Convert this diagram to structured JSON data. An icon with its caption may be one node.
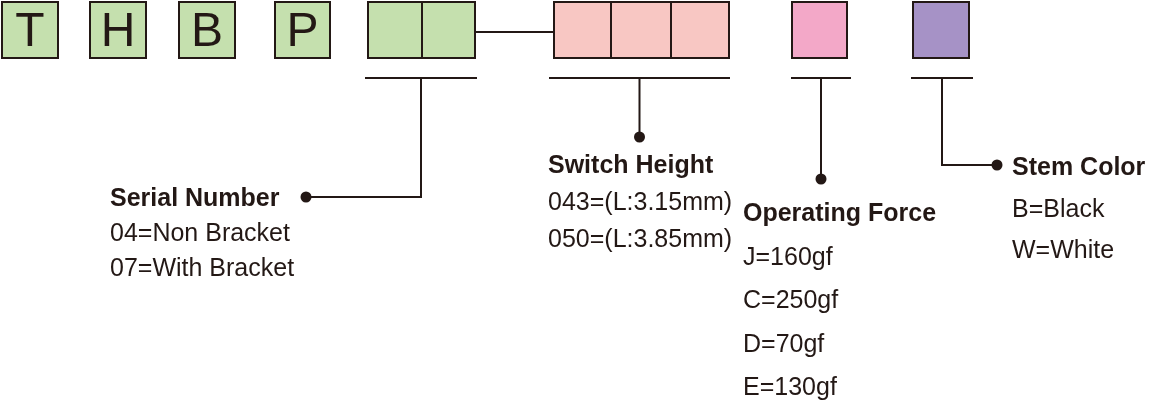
{
  "diagram": {
    "nodes": [
      {
        "text": [
          "T"
        ]
      },
      {
        "text": [
          "H"
        ]
      },
      {
        "text": [
          "B"
        ]
      },
      {
        "text": [
          "P"
        ]
      },
      {
        "text": [],
        "shape": "box"
      },
      {
        "text": [],
        "shape": "box"
      },
      {
        "text": [],
        "shape": "box"
      },
      {
        "text": [],
        "shape": "box"
      },
      {
        "text": [],
        "shape": "box"
      },
      {
        "text": [],
        "shape": "box"
      },
      {
        "text": [],
        "shape": "box"
      },
      {
        "text": [],
        "shape": "bar"
      },
      {
        "text": [],
        "shape": "bar"
      },
      {
        "text": [],
        "shape": "bar"
      },
      {
        "text": [],
        "shape": "bar"
      },
      {
        "text": [
          "Serial Number",
          "04=Non Bracket",
          "07=With Bracket"
        ]
      },
      {
        "text": [
          "Switch Height",
          "043=(L:3.15mm)",
          "050=(L:3.85mm)"
        ]
      },
      {
        "text": [
          "Operating Force",
          "J=160gf",
          "C=250gf",
          "D=70gf",
          "E=130gf"
        ]
      },
      {
        "text": [
          "Stem Color",
          "B=Black",
          "W=White"
        ]
      }
    ],
    "edges": [
      {
        "from": 5,
        "to": 6,
        "arrow": "none"
      },
      {
        "from": 15,
        "to": 11,
        "arrow": "other"
      },
      {
        "from": 16,
        "to": 12,
        "arrow": "other"
      },
      {
        "from": 17,
        "to": 13,
        "arrow": "other"
      },
      {
        "from": 18,
        "to": 14,
        "arrow": "other"
      }
    ]
  }
}
